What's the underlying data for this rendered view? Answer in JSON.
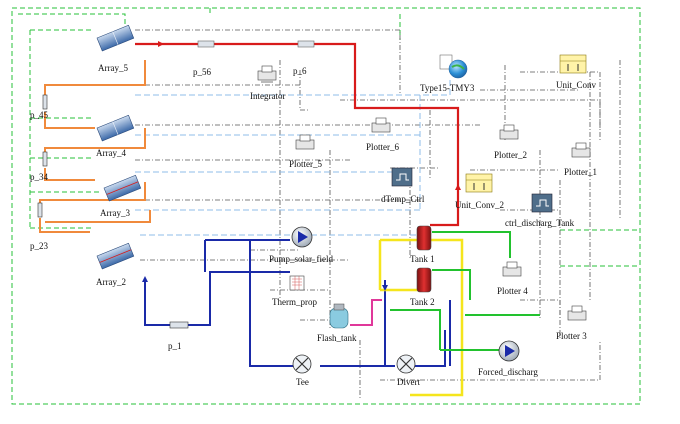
{
  "components": {
    "array_5": "Array_5",
    "array_4": "Array_4",
    "array_3": "Array_3",
    "array_2": "Array_2",
    "p_56": "p_56",
    "p_6": "p_6",
    "p_45": "p_45",
    "p_34": "p_34",
    "p_23": "p_23",
    "p_1": "p_1",
    "integrator": "Integrator",
    "weather": "Type15-TMY3",
    "unit_conv": "Unit_Conv",
    "unit_conv_2": "Unit_Conv_2",
    "plotter_1": "Plotter_1",
    "plotter_2": "Plotter_2",
    "plotter_3": "Plotter 3",
    "plotter_4": "Plotter 4",
    "plotter_5": "Plotter_5",
    "plotter_6": "Plotter_6",
    "dtemp_ctrl": "dTemp_Ctrl",
    "ctrl_discharg_tank": "ctrl_discharg_Tank",
    "pump_solar_field": "Pump_solar_field",
    "tank_1": "Tank 1",
    "tank_2": "Tank 2",
    "therm_prop": "Therm_prop",
    "flash_tank": "Flash_tank",
    "tee": "Tee",
    "divert": "Divert",
    "forced_discharg": "Forced_discharg"
  },
  "colors": {
    "hot_loop": "#d81b1b",
    "collector_loop": "#f08a3c",
    "return_loop": "#1a2aa8",
    "tank_charge": "#f5e51c",
    "discharge": "#22c22e",
    "recirc": "#e0389a",
    "control": "#27c23a",
    "signal": "#444444",
    "weather_link": "#8fbde8"
  },
  "icons": {
    "collector": "solar-collector-icon",
    "printer": "printer-icon",
    "pump": "pump-icon",
    "tank": "storage-tank-icon",
    "valve": "valve-icon",
    "controller": "controller-icon",
    "globe": "globe-icon"
  }
}
